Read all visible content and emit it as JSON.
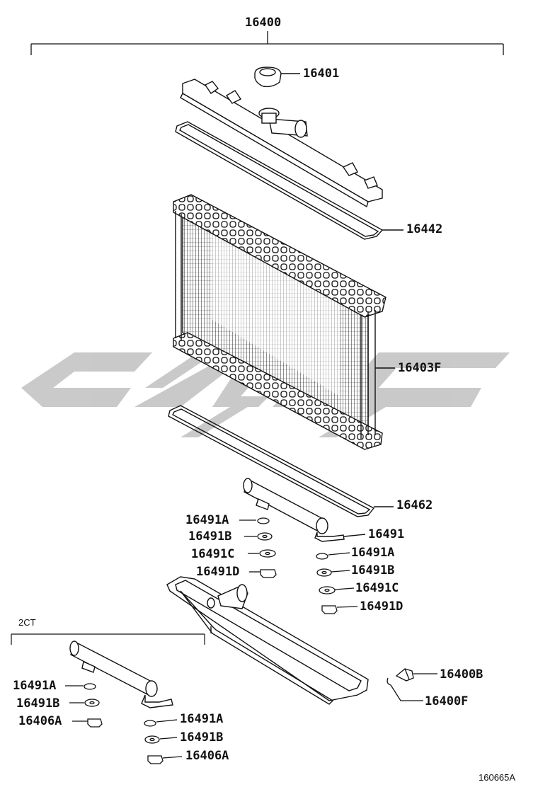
{
  "diagram": {
    "assembly_number": "16400",
    "figure_id": "160665A",
    "variant_label": "2CT",
    "watermark": "CMC",
    "parts": {
      "cap": "16401",
      "tank_gasket_upper": "16442",
      "core": "16403F",
      "tank_gasket_lower": "16462",
      "oil_cooler": "16491",
      "drain_cock": "16400B",
      "drain_o_ring": "16400F"
    },
    "main_cooler_left_labels": [
      "16491A",
      "16491B",
      "16491C",
      "16491D"
    ],
    "main_cooler_right_labels": [
      "16491A",
      "16491B",
      "16491C",
      "16491D"
    ],
    "ct_left_labels": [
      "16491A",
      "16491B",
      "16406A"
    ],
    "ct_right_labels": [
      "16491A",
      "16491B",
      "16406A"
    ]
  }
}
